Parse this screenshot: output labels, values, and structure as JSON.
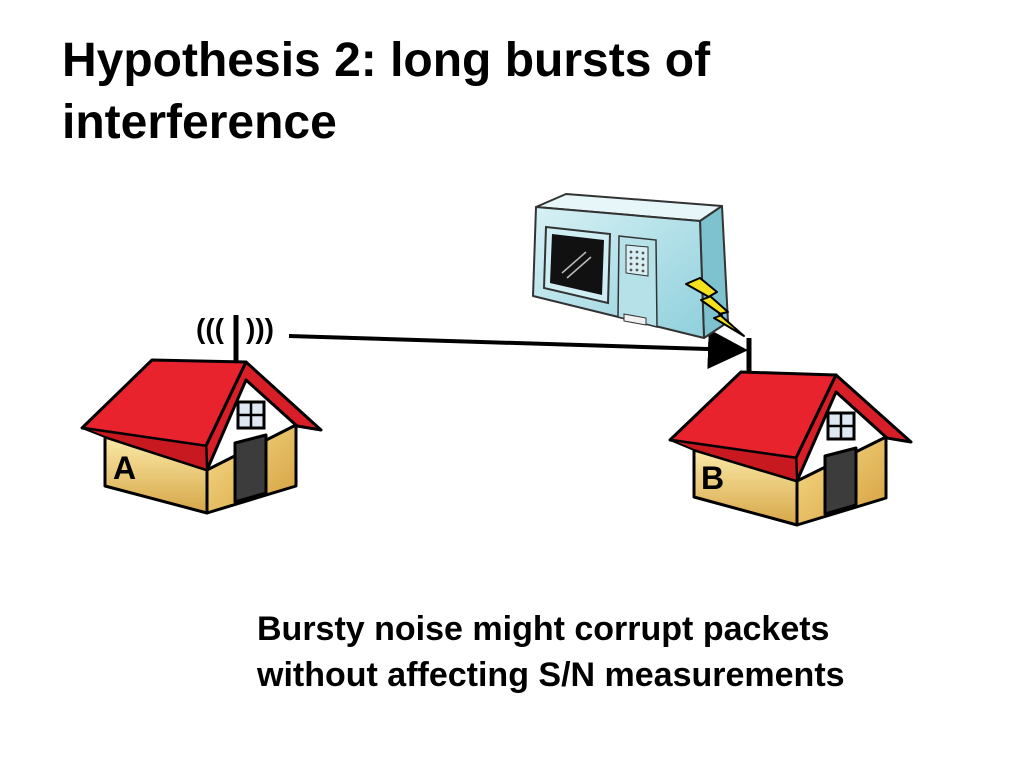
{
  "slide": {
    "title_line_1": "Hypothesis 2: long bursts of",
    "title_line_2": "interference",
    "caption_line_1": "Bursty noise might corrupt packets",
    "caption_line_2": "without affecting S/N measurements"
  },
  "diagram": {
    "house_a_label": "A",
    "house_b_label": "B",
    "radio_waves_left": "(((",
    "radio_waves_right": ")))",
    "icons": [
      "house-icon",
      "antenna-icon",
      "radio-waves-icon",
      "microwave-oven-icon",
      "lightning-bolt-icon",
      "arrow-icon"
    ],
    "colors": {
      "roof": "#e8232e",
      "wall_light": "#fbe9a6",
      "wall_dark": "#d8a94a",
      "door": "#3c3c3c",
      "microwave_body": "#a9dde6",
      "lightning": "#f5e11e"
    }
  }
}
